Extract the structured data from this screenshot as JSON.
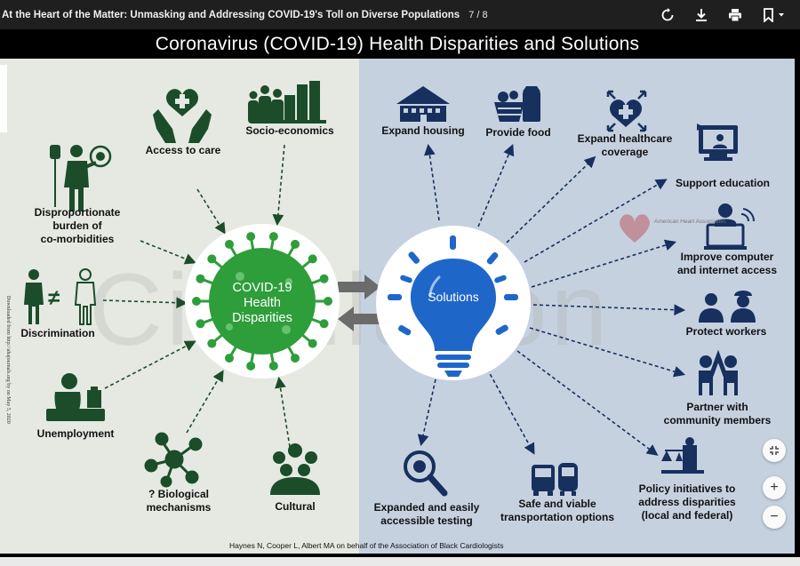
{
  "toolbar": {
    "doc_title": "At the Heart of the Matter: Unmasking and Addressing COVID-19's Toll on Diverse Populations",
    "page_indicator": "7 / 8",
    "icons": [
      "rotate-icon",
      "download-icon",
      "print-icon",
      "bookmark-icon"
    ]
  },
  "slide": {
    "title": "Coronavirus (COVID-19) Health Disparities and Solutions",
    "left_hub": "COVID-19\nHealth\nDisparities",
    "right_hub": "Solutions",
    "watermark": "Circulation",
    "vertical_note": "Downloaded from http://ahajournals.org by on May 5, 2020",
    "citation": "Haynes N, Cooper L, Albert MA on behalf of the Association of Black Cardiologists",
    "aha_logo_text": "American Heart Association.",
    "disparities": {
      "access": "Access to care",
      "socio": "Socio-economics",
      "comorb": "Disproportionate\nburden of\nco-morbidities",
      "discrim": "Discrimination",
      "unemp": "Unemployment",
      "bio": "? Biological\nmechanisms",
      "cultural": "Cultural"
    },
    "solutions": {
      "housing": "Expand housing",
      "food": "Provide food",
      "healthcare": "Expand healthcare\ncoverage",
      "education": "Support education",
      "internet": "Improve computer\nand internet access",
      "workers": "Protect workers",
      "partner": "Partner with\ncommunity members",
      "policy": "Policy initiatives to\naddress disparities\n(local and federal)",
      "transport": "Safe and viable\ntransportation options",
      "testing": "Expanded and easily\naccessible testing"
    }
  },
  "colors": {
    "green": "#2e7d32",
    "dark_green": "#1b4d2a",
    "navy": "#17305e",
    "blue": "#1f66c9",
    "left_bg": "#e6e9e2",
    "right_bg": "#c6d1e0"
  },
  "zoom": {
    "fit": "fit-icon",
    "in": "+",
    "out": "−"
  }
}
